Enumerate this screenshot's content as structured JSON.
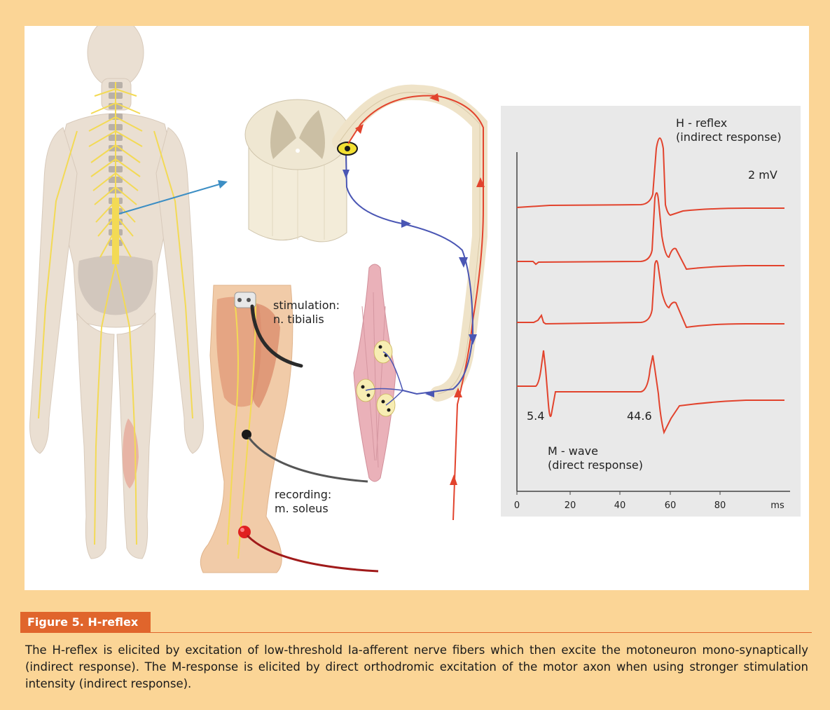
{
  "figure": {
    "labels": {
      "stimulation_line1": "stimulation:",
      "stimulation_line2": "n. tibialis",
      "recording_line1": "recording:",
      "recording_line2": "m. soleus",
      "h_reflex_line1": "H - reflex",
      "h_reflex_line2": "(indirect response)",
      "amplitude_scale": "2 mV",
      "latency_m": "5.4",
      "latency_h": "44.6",
      "m_wave_line1": "M - wave",
      "m_wave_line2": "(direct response)"
    },
    "axis": {
      "ticks": [
        "0",
        "20",
        "40",
        "60",
        "80",
        "ms"
      ]
    },
    "colors": {
      "background": "#fbd596",
      "trace": "#e2432d",
      "afferent": "#e2432d",
      "efferent": "#4a56b4",
      "nerve": "#f3da55",
      "caption_bar": "#e0652c",
      "chart_bg": "#e9e9e9"
    }
  },
  "caption": {
    "title": "Figure 5. H-reflex",
    "body": "The H-reflex is elicited by excitation of low-threshold Ia-afferent nerve fibers which then excite the motoneuron mono-synaptically (indirect response). The M-response is elicited by direct orthodromic excitation of the motor axon when using stronger stimulation intensity (indirect response)."
  }
}
